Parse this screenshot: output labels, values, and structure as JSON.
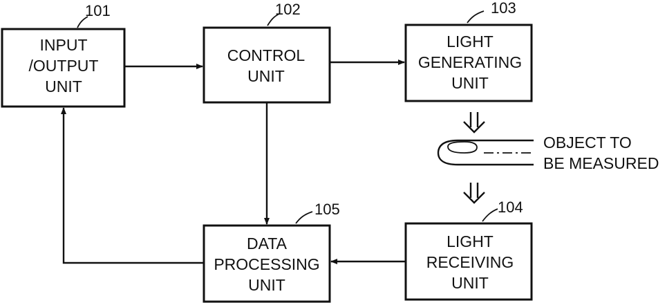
{
  "blocks": {
    "io": {
      "line1": "INPUT",
      "line2": "/OUTPUT",
      "line3": "UNIT",
      "ref": "101"
    },
    "control": {
      "line1": "CONTROL",
      "line2": "UNIT",
      "ref": "102"
    },
    "light_gen": {
      "line1": "LIGHT",
      "line2": "GENERATING",
      "line3": "UNIT",
      "ref": "103"
    },
    "light_recv": {
      "line1": "LIGHT",
      "line2": "RECEIVING",
      "line3": "UNIT",
      "ref": "104"
    },
    "data_proc": {
      "line1": "DATA",
      "line2": "PROCESSING",
      "line3": "UNIT",
      "ref": "105"
    }
  },
  "object": {
    "line1": "OBJECT TO",
    "line2": "BE MEASURED"
  }
}
